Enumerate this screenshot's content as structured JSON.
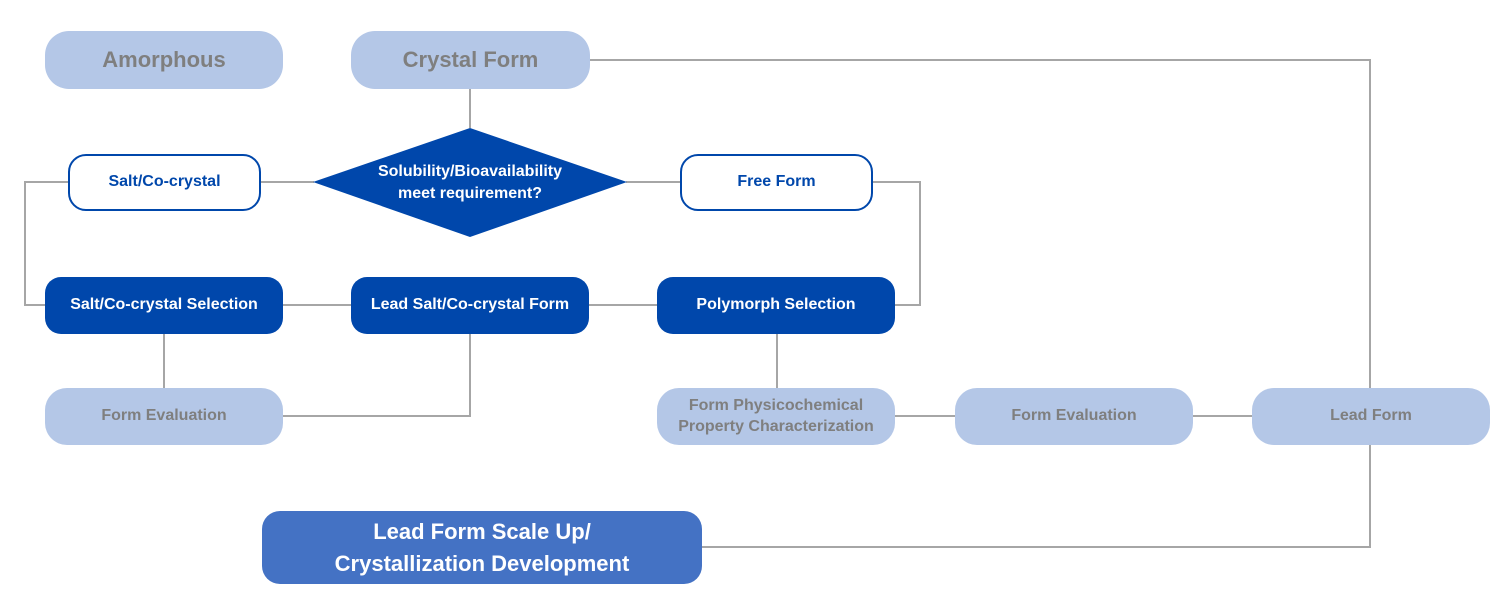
{
  "nodes": {
    "amorphous": "Amorphous",
    "crystal_form": "Crystal Form",
    "decision": "Solubility/Bioavailability meet requirement?",
    "salt_cocrystal": "Salt/Co-crystal",
    "free_form": "Free Form",
    "salt_selection": "Salt/Co-crystal Selection",
    "lead_salt_form": "Lead Salt/Co-crystal Form",
    "polymorph_selection": "Polymorph Selection",
    "form_evaluation_left": "Form Evaluation",
    "physchem_characterization": "Form Physicochemical Property Characterization",
    "form_evaluation_right": "Form Evaluation",
    "lead_form": "Lead Form",
    "scale_up": "Lead Form Scale Up/ Crystallization Development"
  },
  "colors": {
    "light_fill": "#b4c7e7",
    "light_text": "#7f7f7f",
    "dark_fill": "#0047ab",
    "scale_fill": "#4472c4",
    "connector": "#a6a6a6"
  }
}
